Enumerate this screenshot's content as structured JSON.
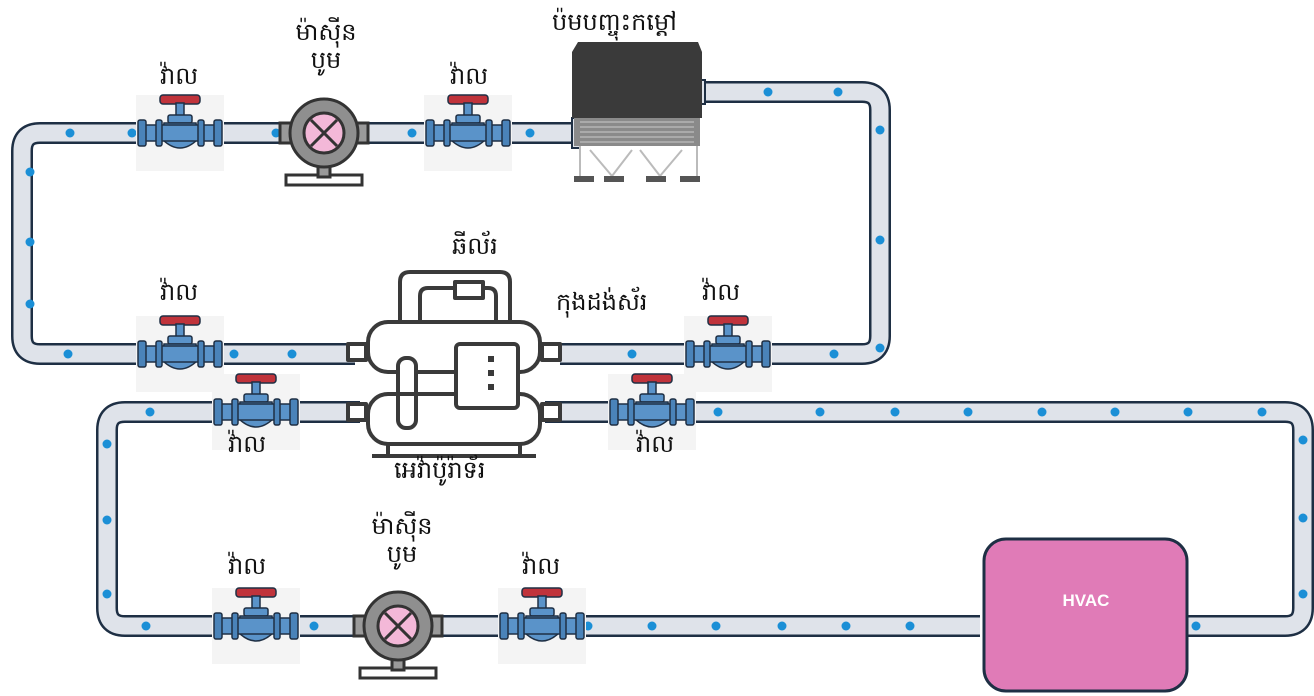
{
  "labels": {
    "valve": "វ៉ាល",
    "pump_line1": "ម៉ាស៊ីន",
    "pump_line2": "បូម",
    "cooling_tower": "ប៉មបញ្ចុះកម្តៅ",
    "chiller": "ឆីល័រ",
    "condenser": "កុងដង់ស័រ",
    "evaporator": "អេវ៉ាប៉ូរ៉ាទ័រ",
    "hvac": "HVAC"
  },
  "colors": {
    "pipe_fill": "#dfe3ea",
    "pipe_stroke": "#1e2f44",
    "flow_dot": "#1b8fd6",
    "valve_body": "#5a93c9",
    "valve_handle": "#c0333b",
    "pump_body": "#8f8f8f",
    "pump_core": "#f3b8d8",
    "tower_body": "#3a3a3a",
    "hvac_fill": "#e07bb7"
  }
}
